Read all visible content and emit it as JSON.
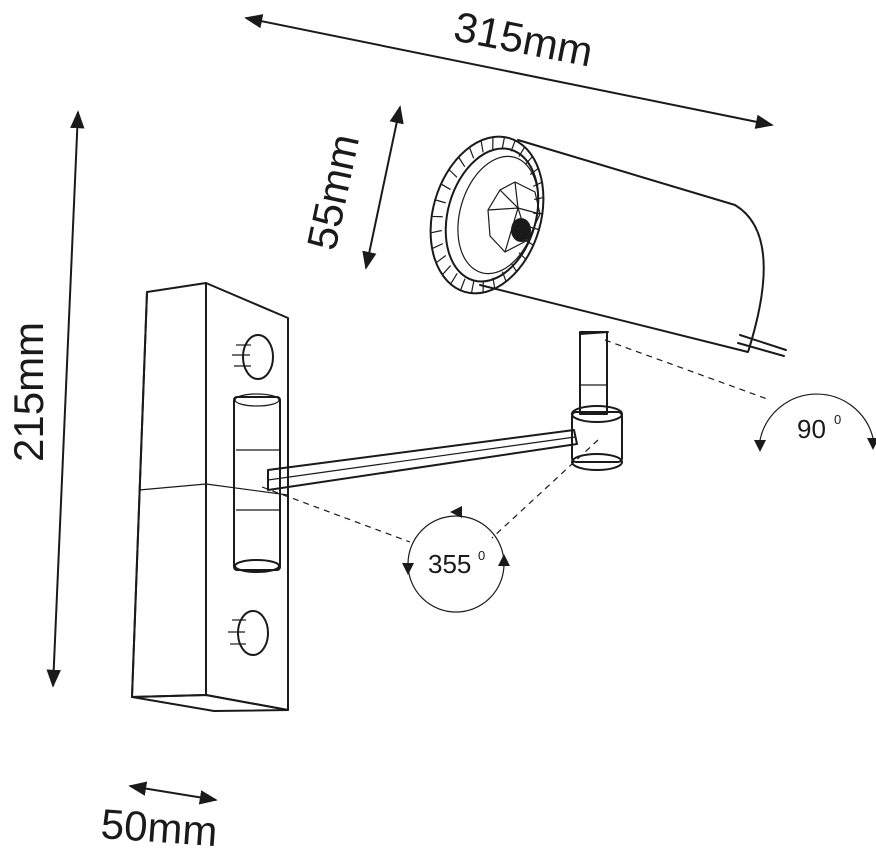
{
  "dimensions": {
    "width": "315mm",
    "height": "215mm",
    "head_diameter": "55mm",
    "base_depth": "50mm"
  },
  "rotation": {
    "head_tilt": {
      "value": "90",
      "unit_mark": "0"
    },
    "arm_swivel": {
      "value": "355",
      "unit_mark": "0"
    }
  },
  "colors": {
    "line": "#1a1a1a",
    "background": "#ffffff"
  }
}
